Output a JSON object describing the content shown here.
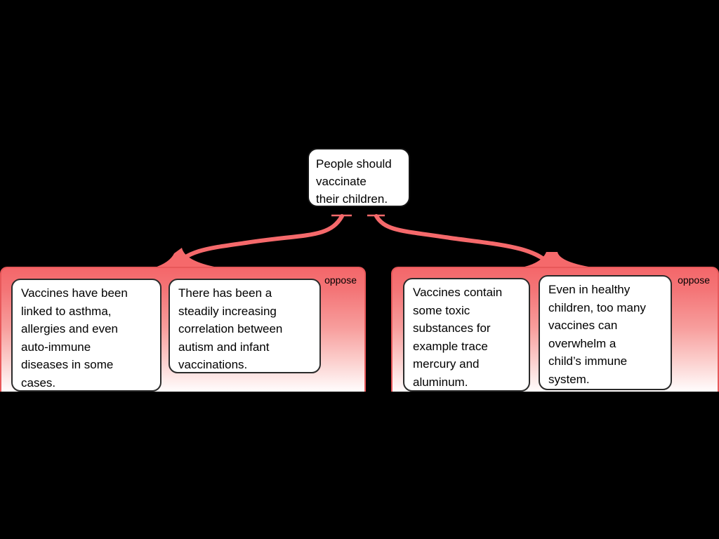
{
  "canvas": {
    "background": "#000000",
    "accent": "#f5696b",
    "panel_border": "#e8585a",
    "node_border": "#2b2b2b"
  },
  "claim": {
    "text": "People should\nvaccinate\ntheir children."
  },
  "groups": [
    {
      "relation_label": "oppose",
      "side": "left",
      "arguments": [
        {
          "text": "Vaccines have been\nlinked to asthma,\nallergies and even\nauto-immune\ndiseases in some\ncases."
        },
        {
          "text": "There has been a\nsteadily increasing\ncorrelation between\nautism and infant\nvaccinations."
        }
      ]
    },
    {
      "relation_label": "oppose",
      "side": "right",
      "arguments": [
        {
          "text": "Vaccines contain\nsome toxic\nsubstances for\nexample trace\nmercury and\naluminum."
        },
        {
          "text": "Even in healthy\nchildren, too many\nvaccines can\noverwhelm a\nchild’s immune\nsystem."
        }
      ]
    }
  ]
}
